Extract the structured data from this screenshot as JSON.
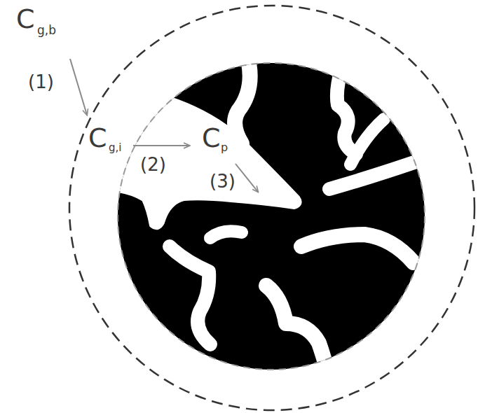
{
  "diagram": {
    "labels": [
      "C",
      "g,b",
      "(1)",
      "C",
      "g,i",
      "(2)",
      "C",
      "p",
      "(3)"
    ]
  }
}
